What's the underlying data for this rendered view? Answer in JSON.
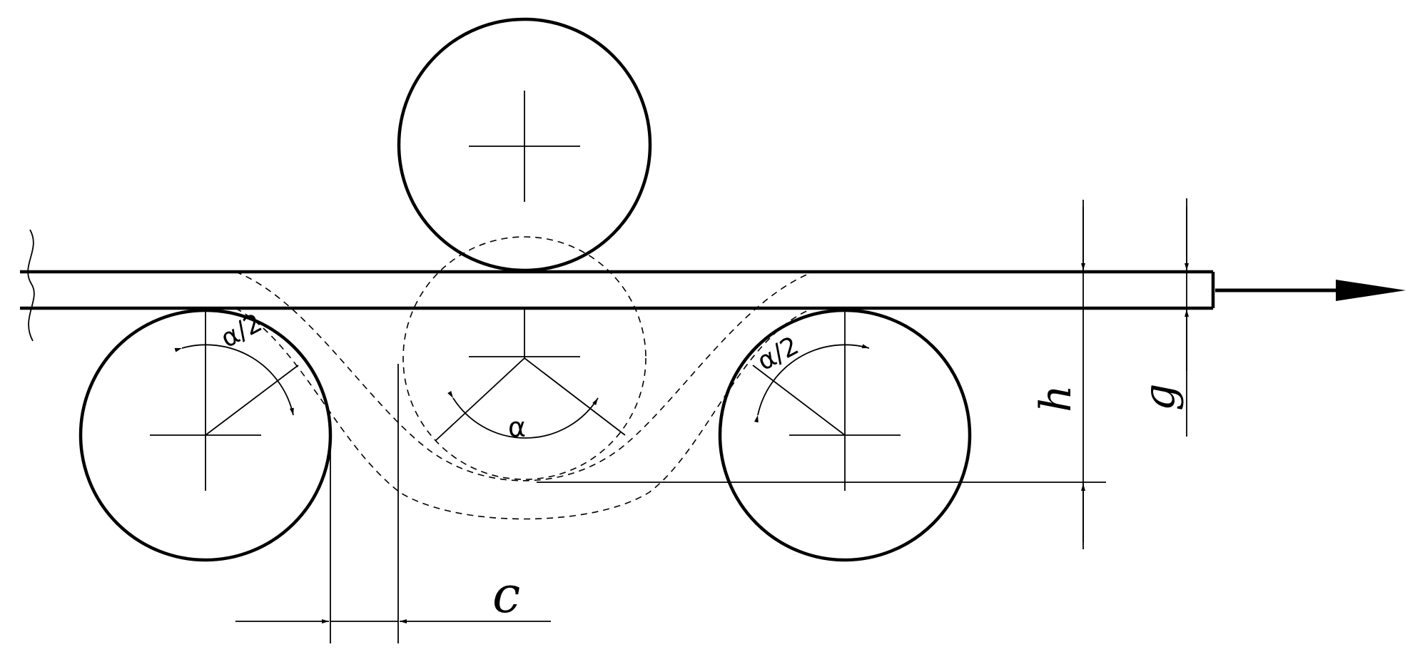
{
  "labels": {
    "alpha_left": "α/2",
    "alpha_center": "α",
    "alpha_right": "α/2",
    "h": "h",
    "g": "g",
    "c": "c"
  }
}
